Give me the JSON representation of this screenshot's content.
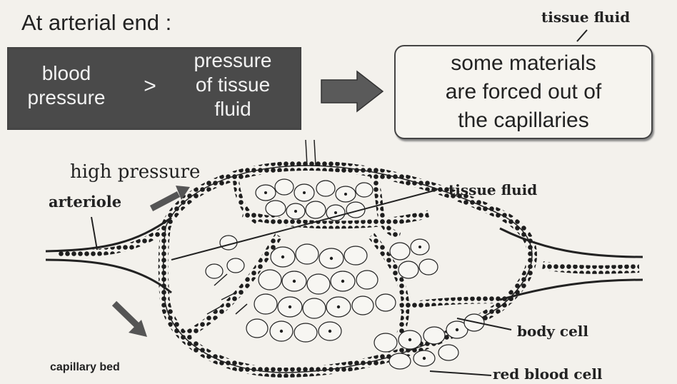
{
  "heading": "At arterial end :",
  "condition_box": {
    "left_label": "blood\npressure",
    "comparison": ">",
    "right_label": "pressure\nof tissue\nfluid"
  },
  "result_box": {
    "text": "some materials\nare forced out of\nthe capillaries"
  },
  "labels": {
    "tissue_fluid_top": "tissue fluid",
    "high_pressure": "high pressure",
    "arteriole": "arteriole",
    "tissue_fluid_side": "tissue fluid",
    "body_cell": "body cell",
    "capillary_bed": "capillary bed",
    "red_blood_cell": "red blood cell"
  },
  "colors": {
    "condition_box_fill": "#4a4a4a",
    "arrow_fill": "#5a5a5a",
    "drawing_ink": "#1e1e1e"
  }
}
